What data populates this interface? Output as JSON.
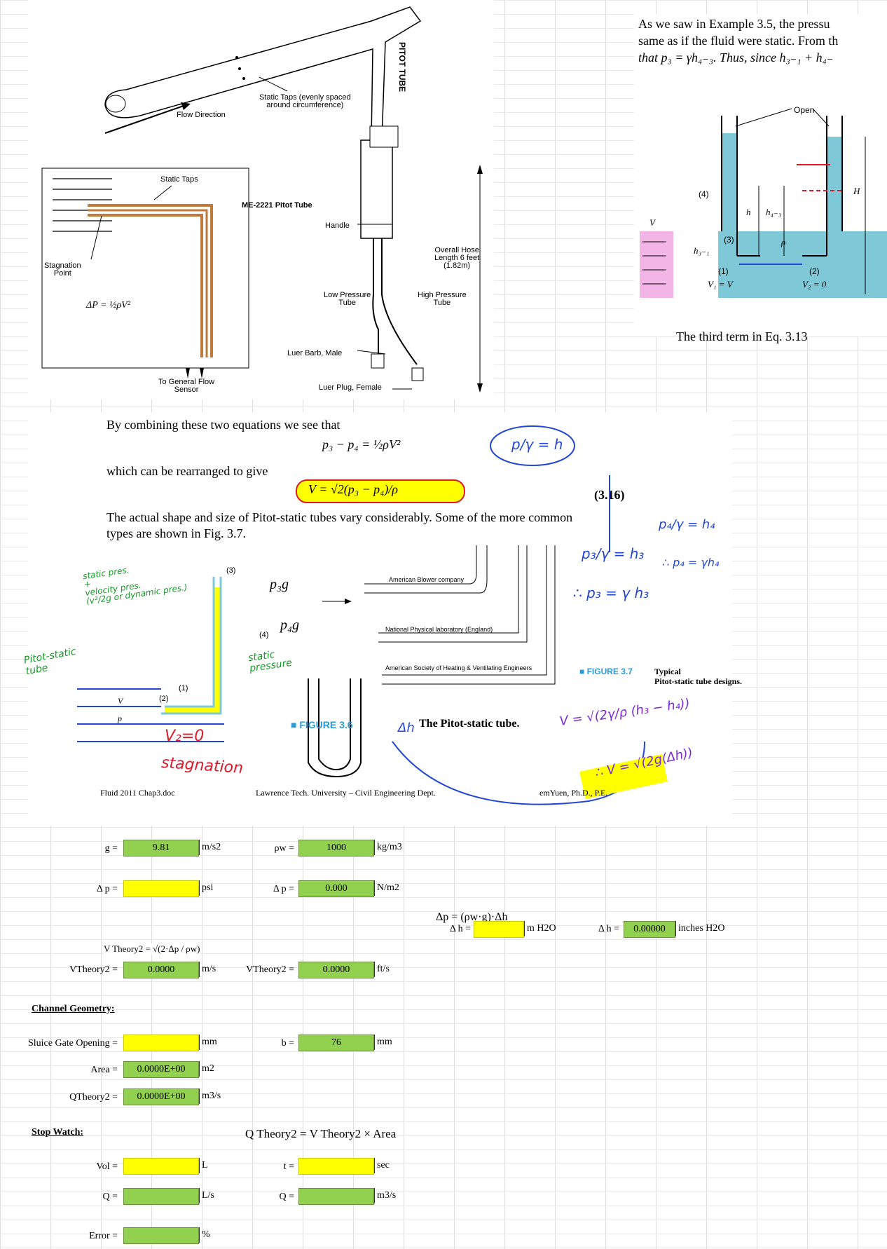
{
  "top_diagram": {
    "flow_direction": "Flow Direction",
    "static_taps_evenly": "Static Taps (evenly spaced\naround circumference)",
    "tube_label_1": "PITOT",
    "tube_label_2": "TUBE",
    "title": "ME-2221 Pitot Tube",
    "handle": "Handle",
    "overall_hose": "Overall Hose\nLength 6 feet\n(1.82m)",
    "low_pressure": "Low Pressure\nTube",
    "high_pressure": "High Pressure\nTube",
    "luer_barb": "Luer Barb, Male",
    "luer_plug": "Luer Plug, Female",
    "static_taps": "Static Taps",
    "stagnation_point": "Stagnation\nPoint",
    "delta_p_formula": "ΔP = ½ρV²",
    "to_general": "To General Flow\nSensor"
  },
  "textbook_right": {
    "line1": "As we saw in Example 3.5, the pressu",
    "line2": "same as if the fluid were static. From th",
    "line3": "that p₃ = γh₄₋₃. Thus, since h₃₋₁ + h₄₋",
    "open": "Open",
    "label_4": "(4)",
    "label_3": "(3)",
    "label_1": "(1)",
    "label_2": "(2)",
    "h": "h",
    "h43": "h₄₋₃",
    "h31": "h₃₋₁",
    "H": "H",
    "rho": "ρ",
    "V": "V",
    "V1": "V₁ = V",
    "V2": "V₂ = 0",
    "cut_line": "The third term in Eq. 3.13"
  },
  "notes": {
    "combining": "By combining these two equations we see that",
    "eq1": "p₃ − p₄ = ½ρV²",
    "rearranged": "which can be rearranged to give",
    "eq2": "V = √2(p₃ − p₄)/ρ",
    "eq_num": "(3.16)",
    "para_line1": "The actual shape and size of Pitot-static tubes vary considerably. Some of the more common",
    "para_line2": "types are shown in Fig. 3.7.",
    "american_blower": "American Blower company",
    "national_physical": "National Physical laboratory (England)",
    "ashve": "American Society of Heating & Ventilating Engineers",
    "fig37": "■ FIGURE 3.7",
    "fig37_title": "Typical\nPitot-static tube designs.",
    "fig36": "■ FIGURE 3.6",
    "fig36_title": "The Pitot-static tube.",
    "footer_left": "Fluid 2011 Chap3.doc",
    "footer_mid": "Lawrence Tech. University – Civil Engineering Dept.",
    "footer_right": "emYuen, Ph.D., P.E.",
    "hand_static": "static pres.\n+\nvelocity pres.\n(v²/2g or dynamic pres.)",
    "hand_pitot": "Pitot-static\ntube",
    "hand_p3g": "p₃g",
    "hand_p4g": "p₄g",
    "hand_static_pressure": "static\npressure",
    "hand_v2": "V₂=0",
    "hand_stagnation": "stagnation",
    "hand_p_gamma_h": "p/γ = h",
    "hand_p3": "p₃/γ = h₃",
    "hand_p4": "p₄/γ = h₄",
    "hand_p3_eq": "∴ p₃ = γ h₃",
    "hand_p4_eq": "∴ p₄ = γh₄",
    "hand_v_formula": "V = √(2γ/ρ (h₃ − h₄))",
    "hand_v_final": "∴ V = √(2g(Δh))",
    "hand_dh": "Δh",
    "lbl_1": "(1)",
    "lbl_2": "(2)",
    "lbl_3": "(3)",
    "lbl_4": "(4)",
    "lbl_V": "V",
    "lbl_p": "p"
  },
  "sheet": {
    "g_label": "g =",
    "g_value": "9.81",
    "g_unit": "m/s2",
    "rhow_label": "ρw =",
    "rhow_value": "1000",
    "rhow_unit": "kg/m3",
    "dp_label": "Δ p =",
    "dp_value": "",
    "dp_unit": "psi",
    "dp2_label": "Δ p =",
    "dp2_value": "0.000",
    "dp2_unit": "N/m2",
    "dp_formula": "Δp = (ρw·g)·Δh",
    "dh_label": "Δ h =",
    "dh_value": "",
    "dh_unit": "m H2O",
    "dh2_label": "Δ h =",
    "dh2_value": "0.00000",
    "dh2_unit": "inches H2O",
    "vtheory_label": "VTheory2 =",
    "vtheory_value": "0.0000",
    "vtheory_unit": "m/s",
    "vtheory_formula": "V Theory2 = √(2·Δp / ρw)",
    "vtheory2_label": "VTheory2 =",
    "vtheory2_value": "0.0000",
    "vtheory2_unit": "ft/s",
    "channel_geometry": "Channel Geometry:",
    "sluice_label": "Sluice Gate Opening =",
    "sluice_value": "",
    "sluice_unit": "mm",
    "b_label": "b =",
    "b_value": "76",
    "b_unit": "mm",
    "area_label": "Area =",
    "area_value": "0.0000E+00",
    "area_unit": "m2",
    "q_label": "QTheory2 =",
    "q_value": "0.0000E+00",
    "q_unit": "m3/s",
    "stop_watch": "Stop Watch:",
    "q_formula": "Q Theory2 = V Theory2 × Area",
    "vol_label": "Vol =",
    "vol_value": "",
    "vol_unit": "L",
    "t_label": "t =",
    "t_value": "",
    "t_unit": "sec",
    "qs_label": "Q =",
    "qs_value": "",
    "qs_unit": "L/s",
    "qs2_label": "Q =",
    "qs2_value": "",
    "qs2_unit": "m3/s",
    "error_label": "Error =",
    "error_value": "",
    "error_unit": "%"
  },
  "colors": {
    "green_cell": "#92d050",
    "yellow_cell": "#ffff00",
    "ink_blue": "#2346d6",
    "ink_red": "#e0192a",
    "ink_green": "#1a9a2a"
  }
}
